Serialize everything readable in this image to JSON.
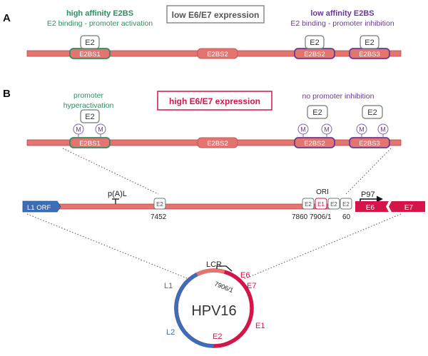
{
  "colors": {
    "bar": "#e37470",
    "bar_stroke": "#b04a47",
    "green": "#2e8f5e",
    "purple": "#6a3a92",
    "crimson": "#d3154a",
    "blue": "#3e6db5",
    "box_stroke": "#6c7a76",
    "grey_box": "#8a8a8a"
  },
  "panel_a": {
    "letter": "A",
    "title": "low E6/E7 expression",
    "left_heading": "high affinity E2BS",
    "left_sub": "E2 binding - promoter activation",
    "right_heading": "low affinity E2BS",
    "right_sub": "E2 binding - promoter inhibition",
    "sites": [
      "E2BS1",
      "E2BS2",
      "E2BS2",
      "E2BS3"
    ],
    "e2_label": "E2"
  },
  "panel_b": {
    "letter": "B",
    "title": "high E6/E7 expression",
    "left_label_1": "promoter",
    "left_label_2": "hyperactivation",
    "right_label": "no promoter inhibition",
    "sites": [
      "E2BS1",
      "E2BS2",
      "E2BS2",
      "E2BS3"
    ],
    "e2_label": "E2",
    "m_label": "M"
  },
  "lcr_map": {
    "l1_orf": "L1 ORF",
    "polya": "p(A)L",
    "ori": "ORI",
    "p97": "P97",
    "e2_box": "E2",
    "e1_box": "E1",
    "e6": "E6",
    "e7": "E7",
    "pos_7452": "7452",
    "pos_7860": "7860",
    "pos_7906": "7906/1",
    "pos_60": "60"
  },
  "circle": {
    "name": "HPV16",
    "lcr": "LCR",
    "pos": "7906/1",
    "l1": "L1",
    "l2": "L2",
    "e6": "E6",
    "e7": "E7",
    "e1": "E1",
    "e2": "E2"
  }
}
